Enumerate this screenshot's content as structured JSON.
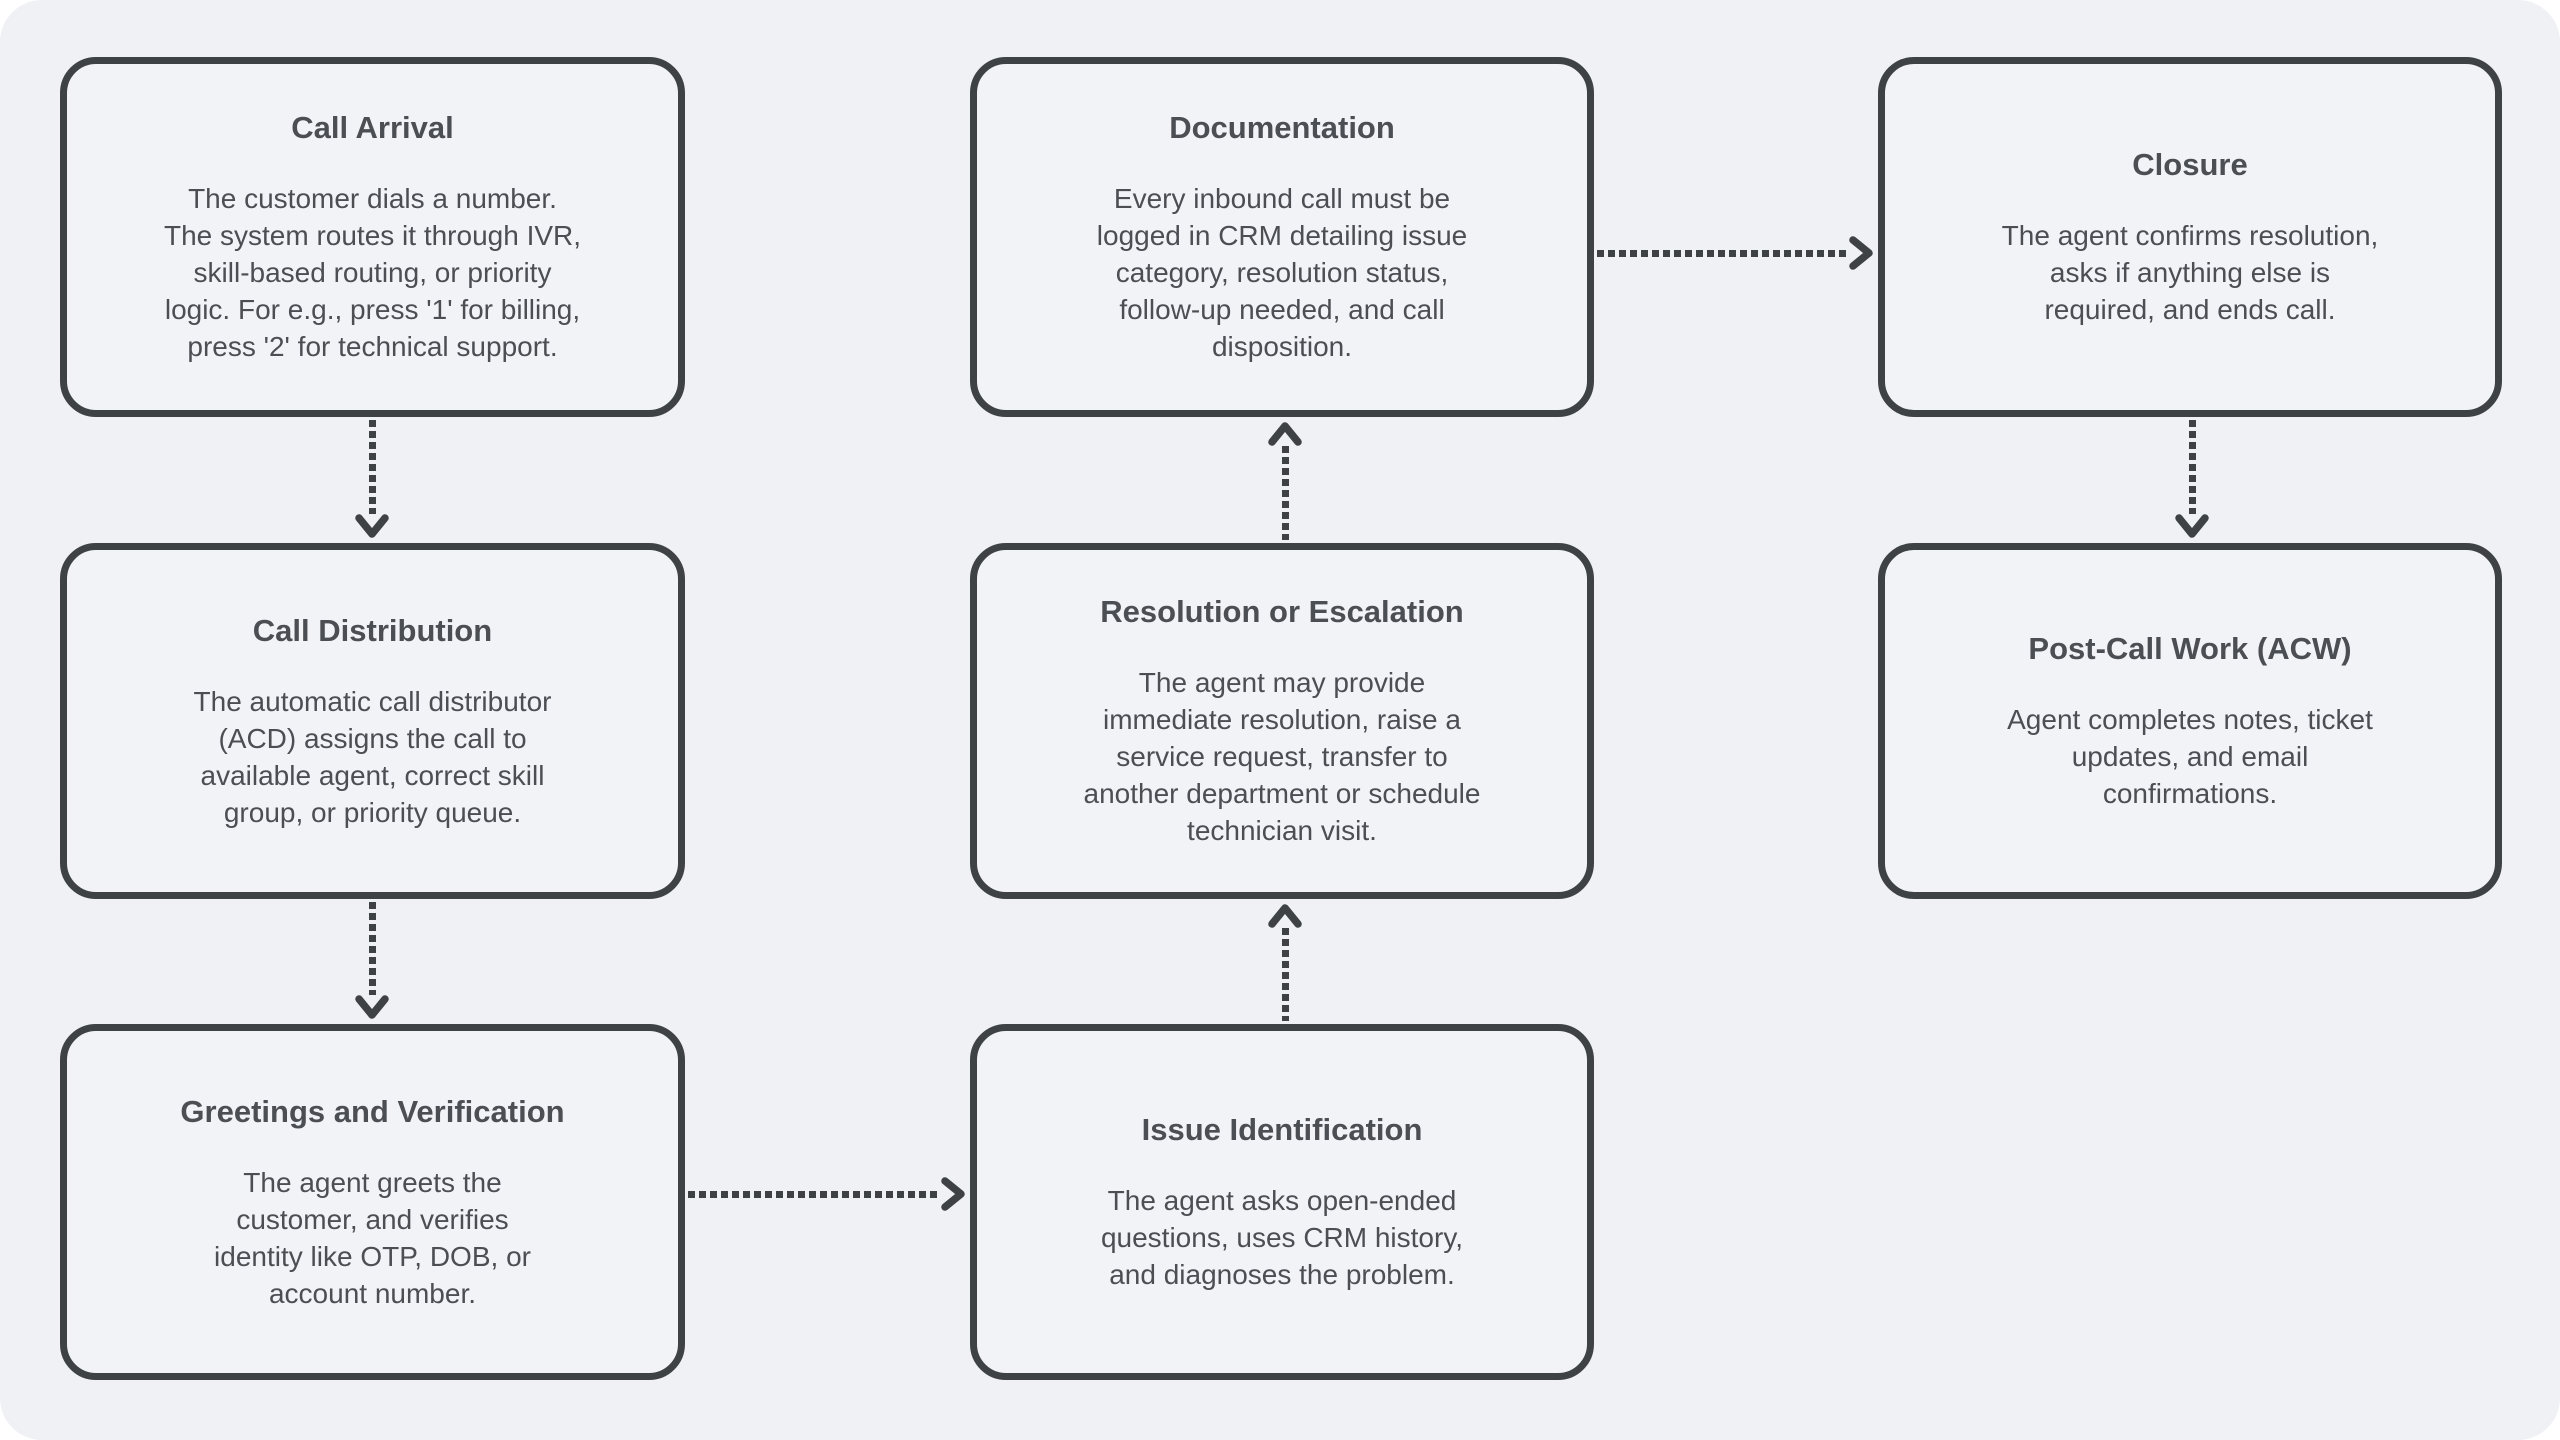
{
  "diagram": {
    "type": "flowchart",
    "colors": {
      "line": "#3f4245",
      "text": "#4b4e53",
      "page_bg": "#ffffff",
      "panel_bg": "#eff1f4",
      "node_bg": "#f2f3f6"
    },
    "nodes": [
      {
        "id": "call-arrival",
        "title": "Call Arrival",
        "body": "The customer dials a number.\nThe system routes it through IVR,\nskill-based routing, or priority\nlogic. For e.g., press '1' for billing,\npress '2' for technical support."
      },
      {
        "id": "call-distribution",
        "title": "Call Distribution",
        "body": "The automatic call distributor\n(ACD) assigns the call to\navailable agent, correct skill\ngroup, or priority queue."
      },
      {
        "id": "greetings-and-verification",
        "title": "Greetings and Verification",
        "body": "The agent greets the\ncustomer, and verifies\nidentity like OTP, DOB, or\naccount number."
      },
      {
        "id": "issue-identification",
        "title": "Issue Identification",
        "body": "The agent asks open-ended\nquestions, uses CRM history,\nand diagnoses the problem."
      },
      {
        "id": "resolution-or-escalation",
        "title": "Resolution or Escalation",
        "body": "The agent may provide\nimmediate resolution, raise a\nservice request, transfer to\nanother department or schedule\ntechnician visit."
      },
      {
        "id": "documentation",
        "title": "Documentation",
        "body": "Every inbound call must be\nlogged in CRM detailing issue\ncategory, resolution status,\nfollow-up needed, and call\ndisposition."
      },
      {
        "id": "closure",
        "title": "Closure",
        "body": "The agent confirms resolution,\nasks if anything else is\nrequired, and ends call."
      },
      {
        "id": "post-call-work",
        "title": "Post-Call Work (ACW)",
        "body": "Agent completes notes, ticket\nupdates, and email\nconfirmations."
      }
    ],
    "connections": [
      {
        "from": "Call Arrival",
        "to": "Call Distribution",
        "style": "dotted",
        "direction": "down"
      },
      {
        "from": "Call Distribution",
        "to": "Greetings and Verification",
        "style": "dotted",
        "direction": "down"
      },
      {
        "from": "Greetings and Verification",
        "to": "Issue Identification",
        "style": "dotted",
        "direction": "right"
      },
      {
        "from": "Issue Identification",
        "to": "Resolution or Escalation",
        "style": "dotted",
        "direction": "up"
      },
      {
        "from": "Resolution or Escalation",
        "to": "Documentation",
        "style": "dotted",
        "direction": "up"
      },
      {
        "from": "Documentation",
        "to": "Closure",
        "style": "dotted",
        "direction": "right"
      },
      {
        "from": "Closure",
        "to": "Post-Call Work (ACW)",
        "style": "dotted",
        "direction": "down"
      }
    ]
  }
}
